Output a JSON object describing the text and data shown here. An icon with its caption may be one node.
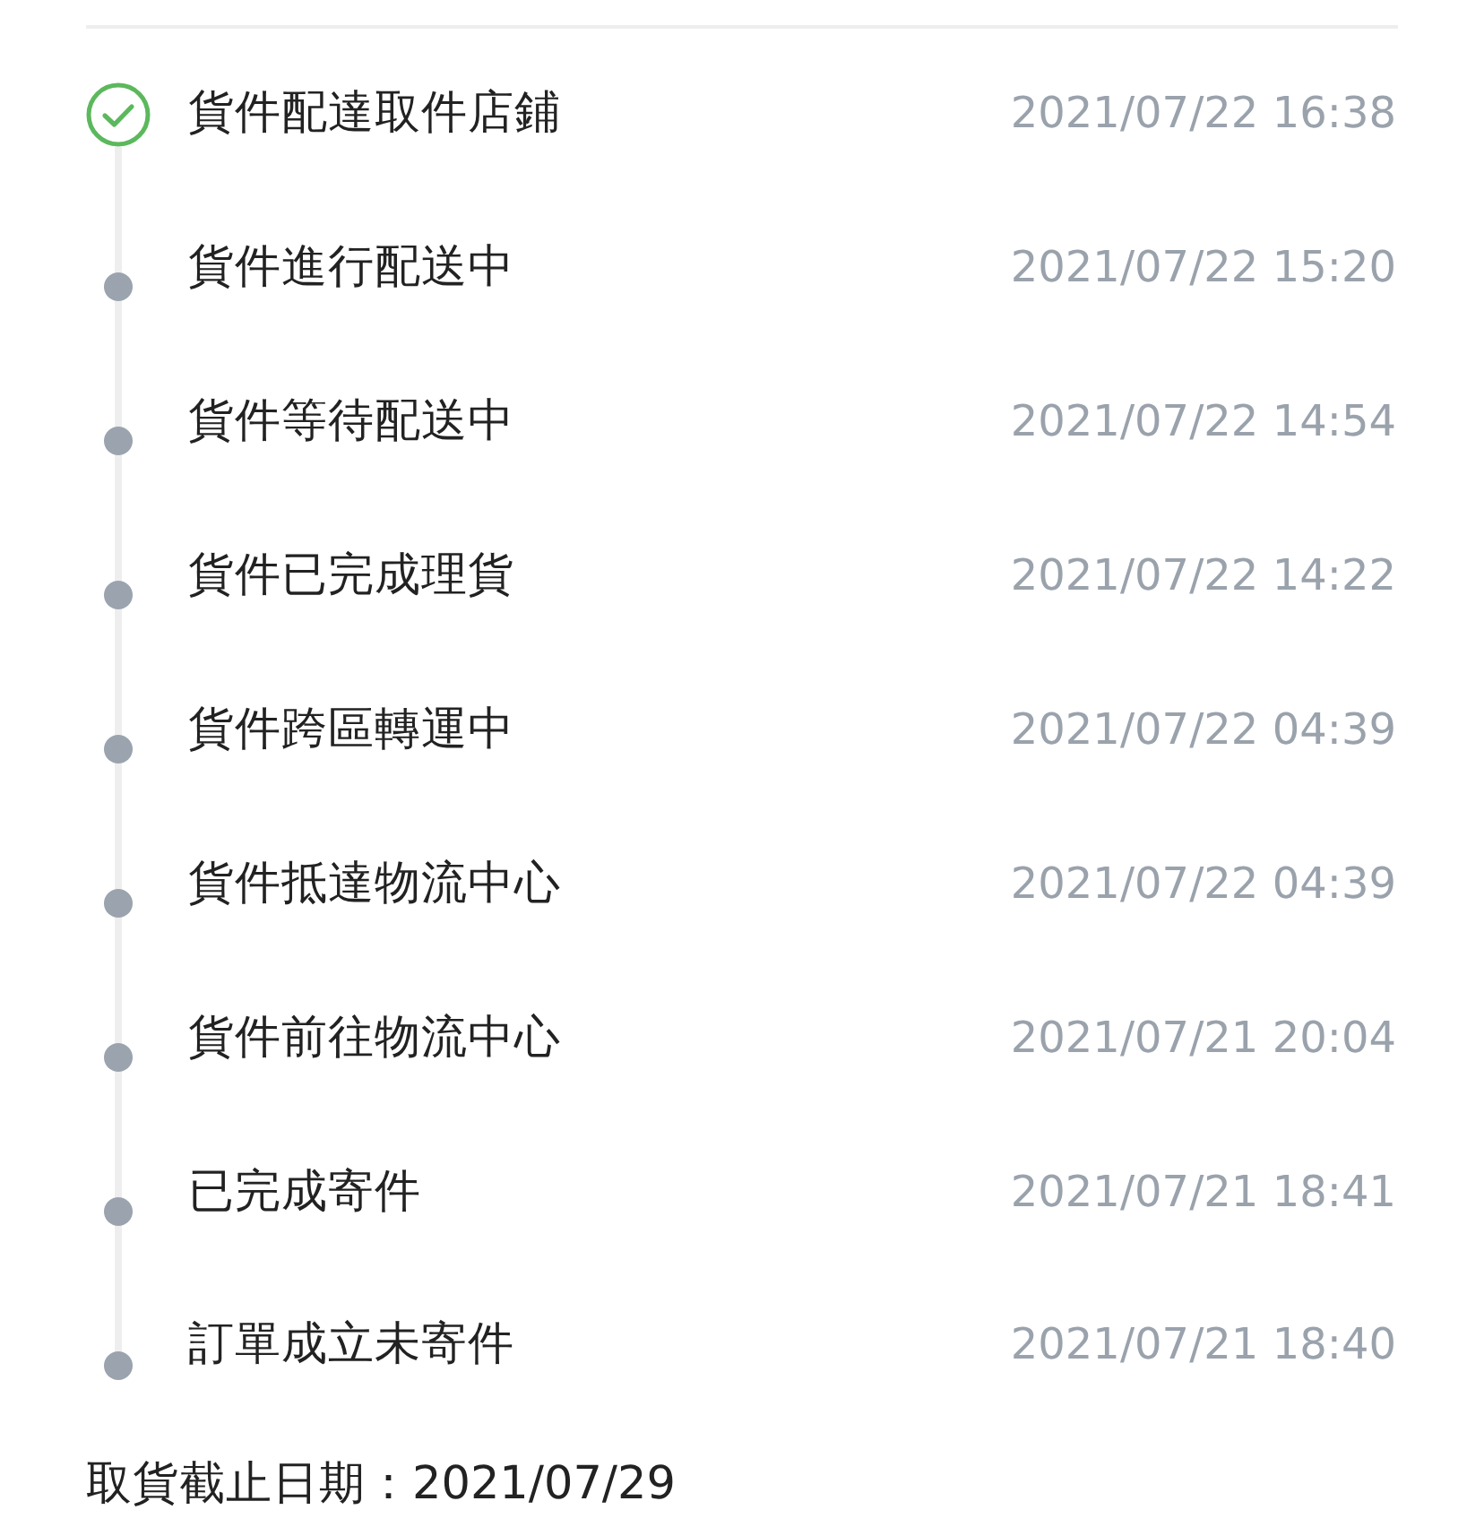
{
  "diagram": {
    "nodes": [
      {
        "text": [],
        "shape": "circle",
        "beside": [
          "貨件配達取件店鋪"
        ]
      },
      {
        "text": [],
        "shape": "circle",
        "beside": [
          "貨件進行配送中"
        ]
      },
      {
        "text": [],
        "shape": "circle",
        "beside": [
          "貨件等待配送中"
        ]
      },
      {
        "text": [],
        "shape": "circle",
        "beside": [
          "貨件已完成理貨"
        ]
      },
      {
        "text": [],
        "shape": "circle",
        "beside": [
          "貨件跨區轉運中"
        ]
      },
      {
        "text": [],
        "shape": "circle",
        "beside": [
          "貨件抵達物流中心"
        ]
      },
      {
        "text": [],
        "shape": "circle",
        "beside": [
          "貨件前往物流中心"
        ]
      },
      {
        "text": [],
        "shape": "circle",
        "beside": [
          "已完成寄件"
        ]
      },
      {
        "text": [],
        "shape": "circle",
        "beside": [
          "訂單成立未寄件"
        ]
      }
    ],
    "edges": [
      {
        "from": 0,
        "to": 1,
        "arrow": "none"
      },
      {
        "from": 1,
        "to": 2,
        "arrow": "none"
      },
      {
        "from": 2,
        "to": 3,
        "arrow": "none"
      },
      {
        "from": 3,
        "to": 4,
        "arrow": "none"
      },
      {
        "from": 4,
        "to": 5,
        "arrow": "none"
      },
      {
        "from": 5,
        "to": 6,
        "arrow": "none"
      },
      {
        "from": 6,
        "to": 7,
        "arrow": "none"
      },
      {
        "from": 7,
        "to": 8,
        "arrow": "none"
      }
    ],
    "labels": [
      "2021/07/22 16:38",
      "2021/07/22 15:20",
      "2021/07/22 14:54",
      "2021/07/22 14:22",
      "2021/07/22 04:39",
      "2021/07/22 04:39",
      "2021/07/21 20:04",
      "2021/07/21 18:41",
      "2021/07/21 18:40",
      "取貨截止日期：2021/07/29"
    ]
  }
}
